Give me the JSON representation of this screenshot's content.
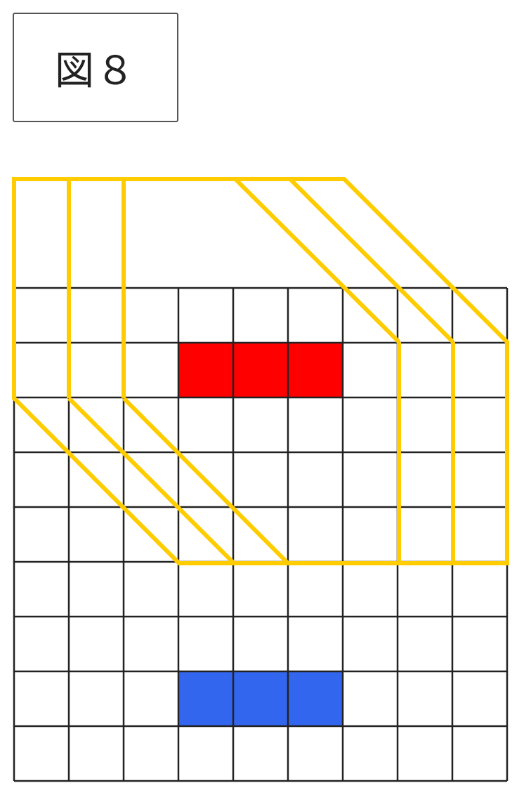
{
  "figure": {
    "label": "図８"
  },
  "grid": {
    "columns": 9,
    "rows": 9,
    "line_color": "#222222"
  },
  "colors": {
    "red_cells": "#ff0000",
    "blue_cells": "#3366ee",
    "yellow_outline": "#ffcc00"
  },
  "red_cells": [
    {
      "col": 3,
      "row": 1
    },
    {
      "col": 4,
      "row": 1
    },
    {
      "col": 5,
      "row": 1
    }
  ],
  "blue_cells": [
    {
      "col": 3,
      "row": 7
    },
    {
      "col": 4,
      "row": 7
    },
    {
      "col": 5,
      "row": 7
    }
  ]
}
